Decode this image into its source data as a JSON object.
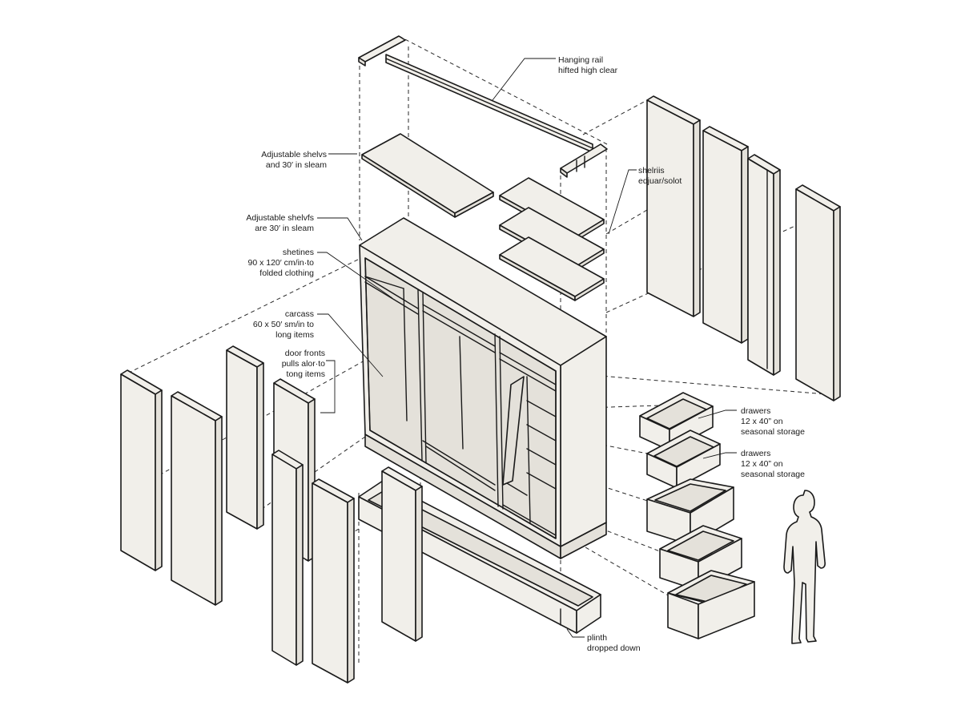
{
  "labels": {
    "hanging_rail": [
      "Hanging rail",
      "hifted high clear"
    ],
    "adjustable_shelves_top": [
      "Adjustable shelvs",
      "and 30′ in sleam"
    ],
    "adjustable_shelves_mid": [
      "Adjustable shelvfs",
      "are 30′ in sleam"
    ],
    "shelves_side": [
      "shelriis",
      "edjuar/solot"
    ],
    "shetines": [
      "shetines",
      "90 x 120′ cm/in·to",
      "folded clothing"
    ],
    "carcass": [
      "carcass",
      "60 x 50′ sm/in to",
      "long items"
    ],
    "door_fronts": [
      "door fronts",
      "pulls alor·to",
      "tong items"
    ],
    "drawers_1": [
      "drawers",
      "12 x 40” on",
      "seasonal storage"
    ],
    "drawers_2": [
      "drawers",
      "12 x 40” on",
      "seasonal storage"
    ],
    "plinth": [
      "plinth",
      "dropped down"
    ]
  }
}
